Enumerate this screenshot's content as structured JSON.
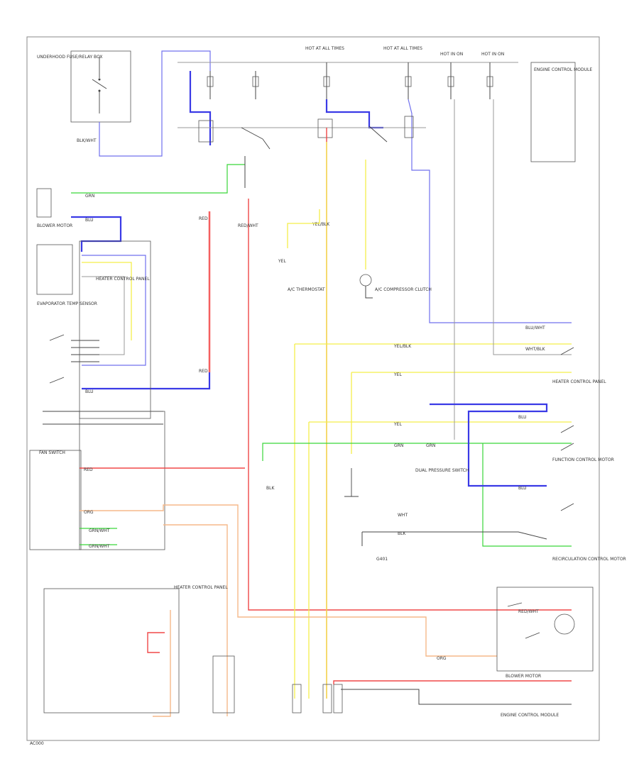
{
  "labels": {
    "hot_fuse_1": "HOT AT ALL TIMES",
    "hot_fuse_2": "HOT AT ALL TIMES",
    "hot_fuse_3": "HOT IN ON",
    "hot_fuse_4": "HOT IN ON",
    "fuse_box": "UNDERHOOD FUSE/RELAY BOX",
    "blower_motor": "BLOWER MOTOR",
    "a_c_clutch": "A/C COMPRESSOR CLUTCH",
    "thermostat": "A/C THERMOSTAT",
    "evap_sensor": "EVAPORATOR TEMP SENSOR",
    "heater_ctrl_1": "HEATER CONTROL PANEL",
    "heater_ctrl_2": "HEATER CONTROL PANEL",
    "heater_ctrl_3": "HEATER CONTROL PANEL",
    "function_control": "FUNCTION CONTROL MOTOR",
    "recirc_motor": "RECIRCULATION CONTROL MOTOR",
    "pressure_switch": "DUAL PRESSURE SWITCH",
    "fan_switch": "FAN SWITCH",
    "ecm": "ENGINE CONTROL MODULE",
    "ground_1": "G401",
    "footer_code": "AC000"
  },
  "wires": {
    "blk": "BLK",
    "blu": "BLU",
    "grn": "GRN",
    "red": "RED",
    "yel": "YEL",
    "wht": "WHT",
    "org": "ORG",
    "blk_wht": "BLK/WHT",
    "blu_wht": "BLU/WHT",
    "grn_wht": "GRN/WHT",
    "red_wht": "RED/WHT",
    "yel_blk": "YEL/BLK",
    "wht_blk": "WHT/BLK"
  },
  "colors": {
    "blue": "#3a3ae6",
    "green": "#39d639",
    "red": "#f04848",
    "yellow": "#f4ef4a",
    "orange": "#f5b98a",
    "black": "#444444"
  }
}
